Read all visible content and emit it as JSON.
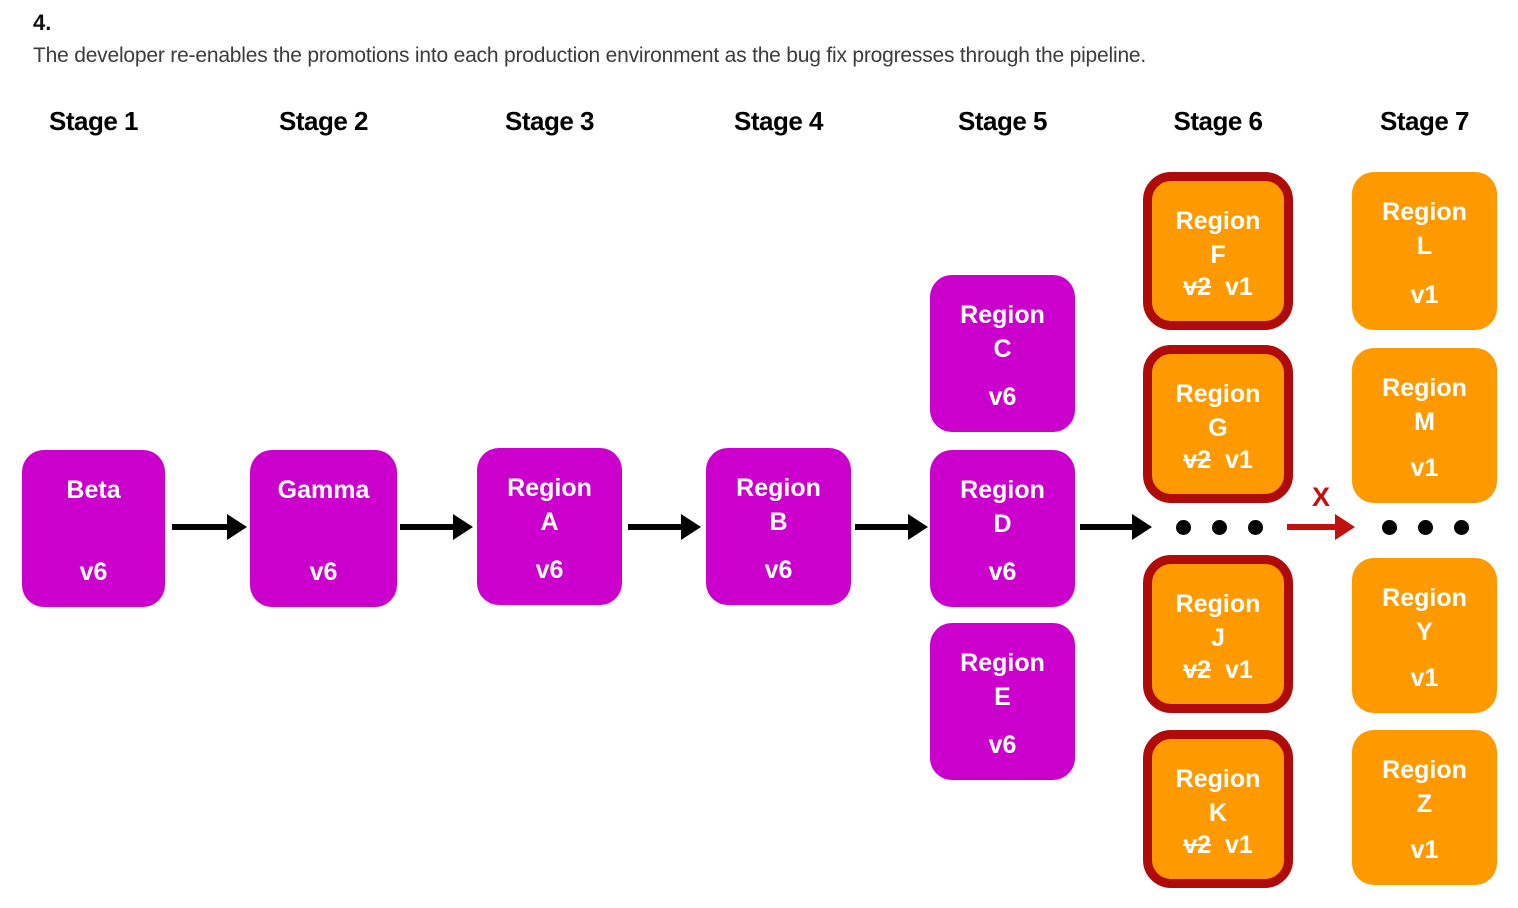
{
  "page": {
    "step_number": "4.",
    "description": "The developer re-enables the promotions into each production environment as the bug fix progresses through the pipeline."
  },
  "colors": {
    "magenta": "#CC00CC",
    "orange": "#FF9900",
    "border_red": "#B00B0B",
    "arrow_red": "#C01010",
    "arrow_black": "#000000"
  },
  "blocked_connector": {
    "label": "X"
  },
  "stages": [
    {
      "label": "Stage 1",
      "nodes": [
        {
          "title": "Beta",
          "version": "v6"
        }
      ]
    },
    {
      "label": "Stage 2",
      "nodes": [
        {
          "title": "Gamma",
          "version": "v6"
        }
      ]
    },
    {
      "label": "Stage 3",
      "nodes": [
        {
          "title": "Region\nA",
          "version": "v6"
        }
      ]
    },
    {
      "label": "Stage 4",
      "nodes": [
        {
          "title": "Region\nB",
          "version": "v6"
        }
      ]
    },
    {
      "label": "Stage 5",
      "nodes": [
        {
          "title": "Region\nC",
          "version": "v6"
        },
        {
          "title": "Region\nD",
          "version": "v6"
        },
        {
          "title": "Region\nE",
          "version": "v6"
        }
      ]
    },
    {
      "label": "Stage 6",
      "nodes": [
        {
          "title": "Region\nF",
          "old_version": "v2",
          "version": "v1"
        },
        {
          "title": "Region\nG",
          "old_version": "v2",
          "version": "v1"
        },
        {
          "title": "Region\nJ",
          "old_version": "v2",
          "version": "v1"
        },
        {
          "title": "Region\nK",
          "old_version": "v2",
          "version": "v1"
        }
      ]
    },
    {
      "label": "Stage 7",
      "nodes": [
        {
          "title": "Region\nL",
          "version": "v1"
        },
        {
          "title": "Region\nM",
          "version": "v1"
        },
        {
          "title": "Region\nY",
          "version": "v1"
        },
        {
          "title": "Region\nZ",
          "version": "v1"
        }
      ]
    }
  ]
}
